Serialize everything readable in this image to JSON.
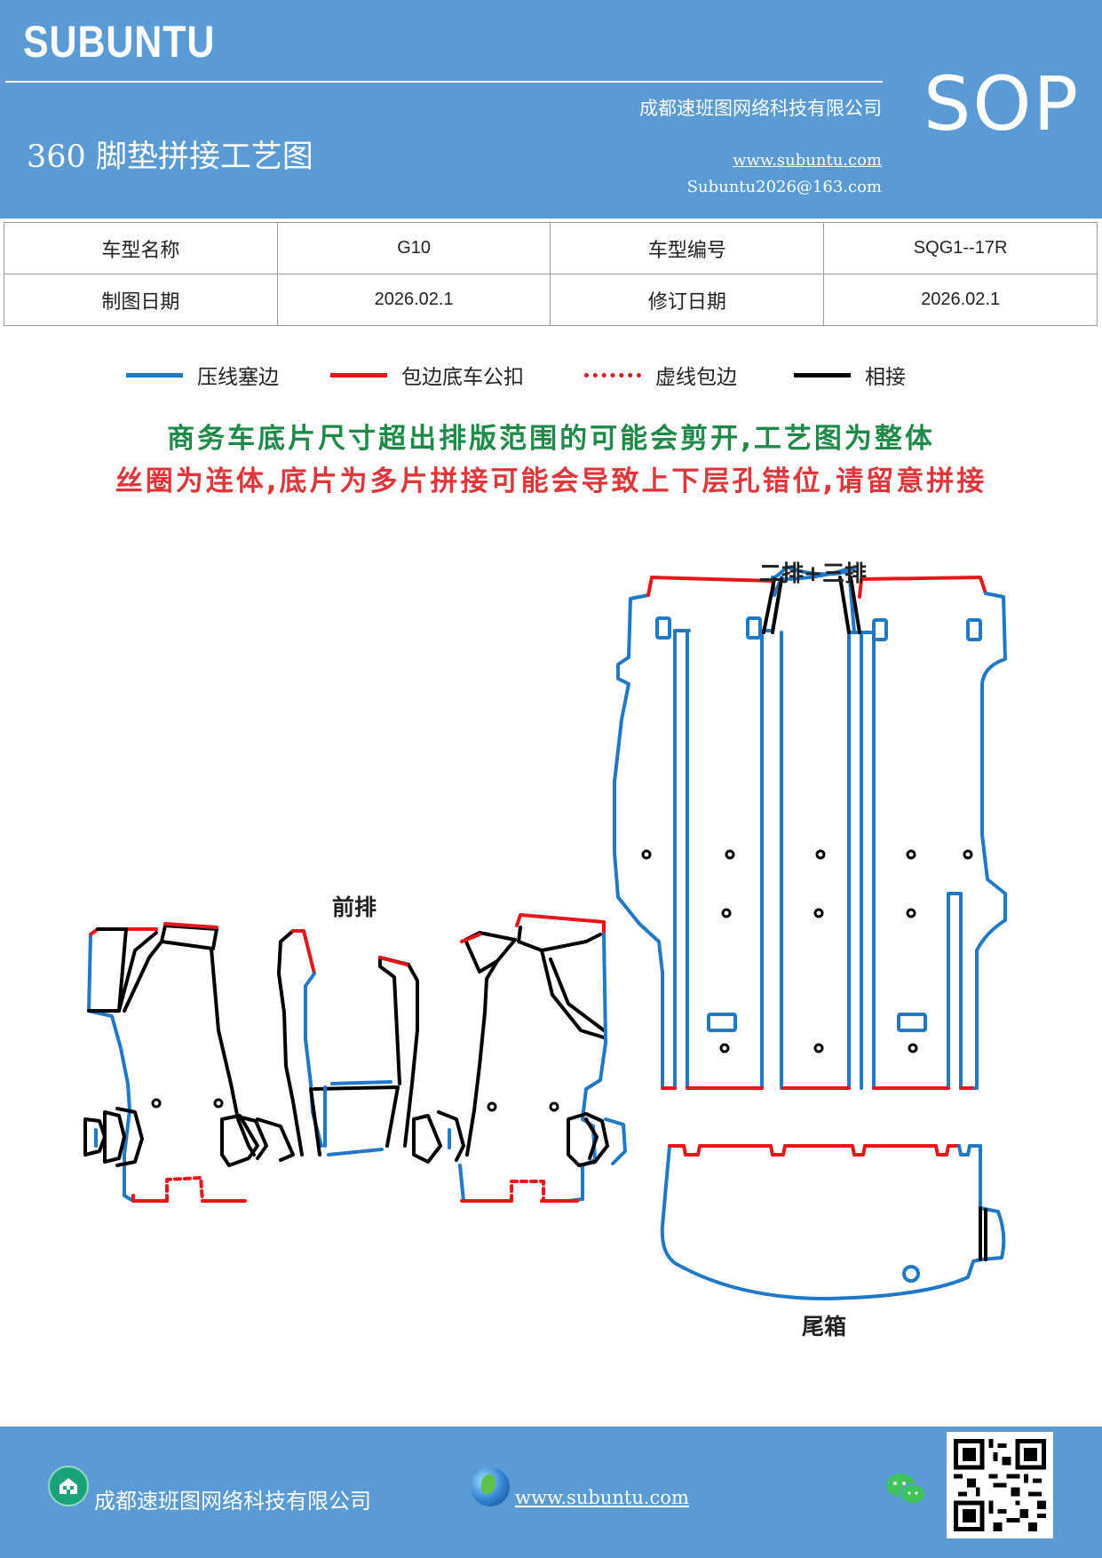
{
  "header": {
    "brand": "SUBUNTU",
    "company": "成都速班图网络科技有限公司",
    "title": "360 脚垫拼接工艺图",
    "website": "www.subuntu.com",
    "email": "Subuntu2026@163.com",
    "badge": "SOP"
  },
  "info_table": {
    "model_name_label": "车型名称",
    "model_name": "G10",
    "model_code_label": "车型编号",
    "model_code": "SQG1--17R",
    "draw_date_label": "制图日期",
    "draw_date": "2026.02.1",
    "revise_date_label": "修订日期",
    "revise_date": "2026.02.1"
  },
  "legend": [
    {
      "label": "压线塞边",
      "color": "#1f78c8",
      "style": "solid"
    },
    {
      "label": "包边底车公扣",
      "color": "#e8161b",
      "style": "solid"
    },
    {
      "label": "虚线包边",
      "color": "#e8161b",
      "style": "dotted"
    },
    {
      "label": "相接",
      "color": "#000000",
      "style": "solid"
    }
  ],
  "notes": {
    "line1": "商务车底片尺寸超出排版范围的可能会剪开,工艺图为整体",
    "line2": "丝圈为连体,底片为多片拼接可能会导致上下层孔错位,请留意拼接"
  },
  "diagram": {
    "front_label": "前排",
    "rear_label": "二排+三排",
    "trunk_label": "尾箱"
  },
  "footer": {
    "company": "成都速班图网络科技有限公司",
    "website": "www.subuntu.com",
    "icons": [
      "home-icon",
      "globe-icon",
      "wechat-icon",
      "qr-code"
    ]
  },
  "colors": {
    "header_bg": "#5b9bd5",
    "blue_line": "#1f78c8",
    "red_line": "#e8161b",
    "green_text": "#1e8a48",
    "red_text": "#e0353a"
  }
}
